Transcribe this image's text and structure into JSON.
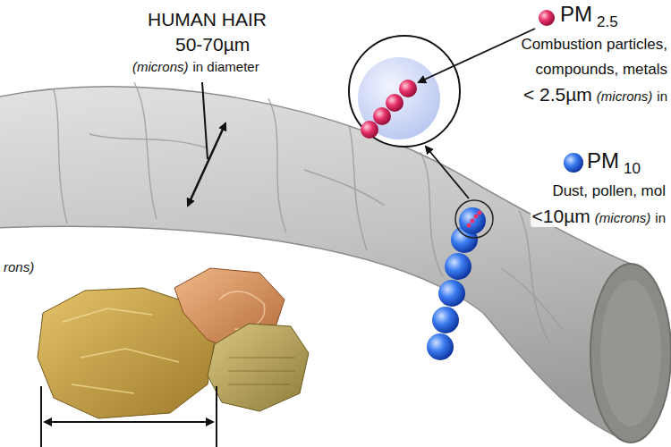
{
  "diagram": {
    "labels": [
      "HUMAN HAIR",
      "50-70µm",
      "(microns)",
      "in diameter",
      "PM",
      "2.5",
      "Combustion particles,",
      "compounds, metals",
      "< 2.5µm",
      "(microns)",
      "in",
      "PM",
      "10",
      "Dust, pollen, mol",
      "<10µm",
      "(microns)",
      "in",
      "rons)"
    ]
  }
}
